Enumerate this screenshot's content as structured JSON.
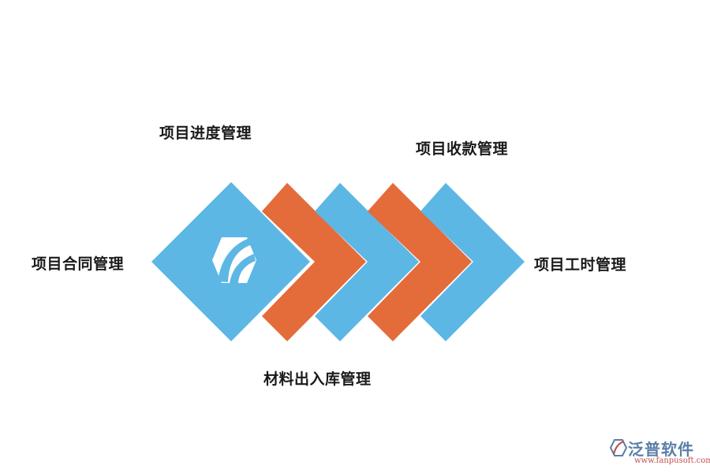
{
  "labels": {
    "contract": "项目合同管理",
    "progress": "项目进度管理",
    "material": "材料出入库管理",
    "payment": "项目收款管理",
    "hours": "项目工时管理"
  },
  "colors": {
    "blue": "#5db7e4",
    "orange": "#e46b3a",
    "icon": "#ffffff",
    "text": "#1a1a1a"
  },
  "watermark": {
    "name": "泛普软件",
    "url": "www.fanpusoft.com"
  }
}
